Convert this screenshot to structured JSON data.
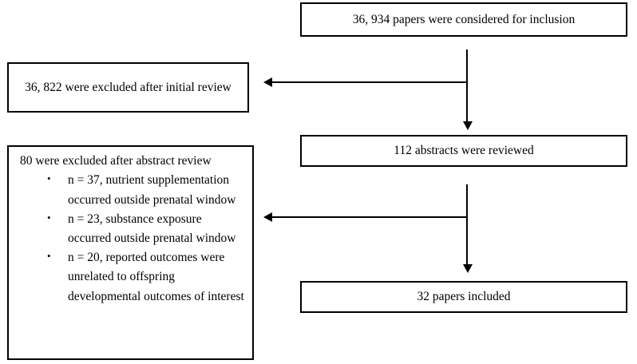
{
  "flow": {
    "nodes": {
      "considered": {
        "label": "36, 934 papers were considered for inclusion"
      },
      "excluded_initial": {
        "label": "36, 822 were excluded after initial review"
      },
      "abstracts": {
        "label": "112 abstracts were reviewed"
      },
      "excluded_abstract": {
        "heading": "80 were excluded after abstract review",
        "bullets": [
          "n = 37, nutrient supplementation occurred outside prenatal window",
          "n = 23, substance exposure occurred outside prenatal window",
          "n = 20, reported outcomes were unrelated to offspring developmental outcomes of interest"
        ]
      },
      "included": {
        "label": "32 papers included"
      }
    },
    "connectors": {
      "considered_to_abstracts": "arrow-down",
      "considered_to_excluded_initial": "arrow-left",
      "abstracts_to_included": "arrow-down",
      "abstracts_to_excluded_abstract": "arrow-left"
    },
    "colors": {
      "stroke": "#000000",
      "fill": "#ffffff",
      "text": "#000000"
    }
  }
}
